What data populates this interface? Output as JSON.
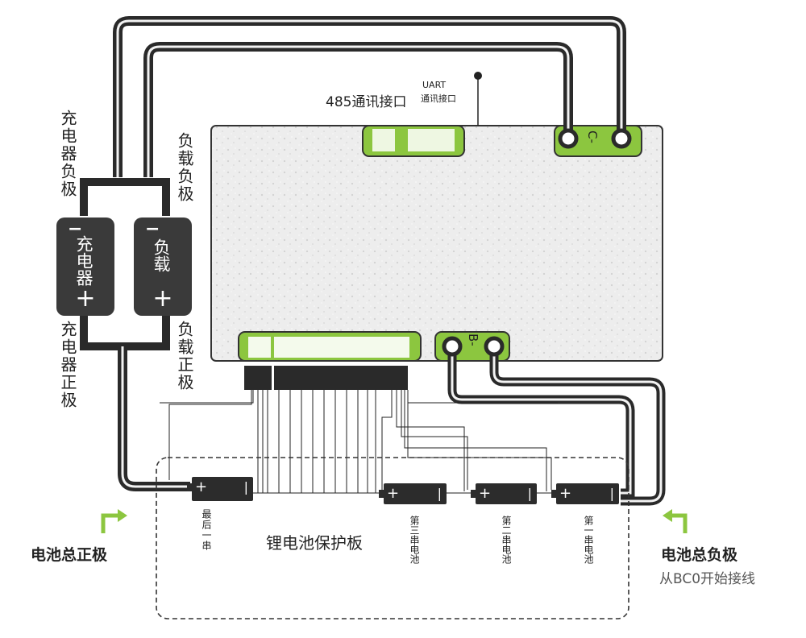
{
  "labels": {
    "port_485": "485通讯接口",
    "uart_line1": "UART",
    "uart_line2": "通讯接口",
    "charger_negative": "充电器负极",
    "load_negative": "负载负极",
    "charger_positive": "充电器正极",
    "load_positive": "负载正极",
    "board_name": "锂电池保护板",
    "b_minus": "B-",
    "c_minus": "C-",
    "battery_total_positive": "电池总正极",
    "battery_total_negative": "电池总负极",
    "wiring_note": "从BC0开始接线"
  },
  "devices": {
    "charger": {
      "name": "充电器",
      "minus": "−",
      "plus": "+"
    },
    "load": {
      "name": "负载",
      "minus": "−",
      "plus": "+"
    }
  },
  "cells": {
    "last": {
      "plus": "+",
      "minus": "|",
      "label": "最后一串"
    },
    "third": {
      "plus": "+",
      "minus": "|",
      "label": "第三串电池"
    },
    "second": {
      "plus": "+",
      "minus": "|",
      "label": "第二串电池"
    },
    "first": {
      "plus": "+",
      "minus": "|",
      "label": "第一串电池"
    }
  },
  "colors": {
    "wire": "#2a2a2a",
    "connector_green": "#8cc63f",
    "accent_arrow": "#8cc63f",
    "board_fill": "#ececec"
  }
}
